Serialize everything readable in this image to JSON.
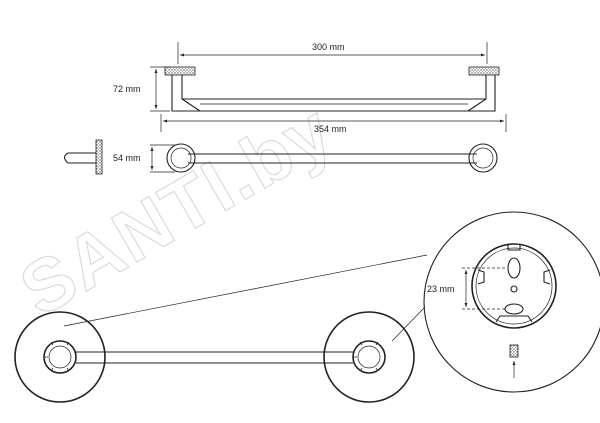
{
  "watermark": {
    "text": "SANTI.by"
  },
  "dimensions": {
    "mount_spacing": "300 mm",
    "height": "72 mm",
    "overall_length": "354 mm",
    "depth": "54 mm",
    "hole_spacing": "23 mm"
  },
  "colors": {
    "line": "#222222",
    "hatch": "#555555",
    "watermark": "#d8d8d8"
  }
}
